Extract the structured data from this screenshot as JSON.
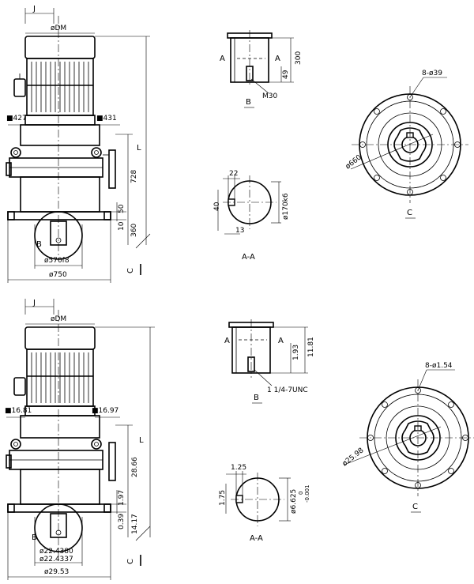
{
  "metric": {
    "motor": {
      "j": "J",
      "dm": "øDM",
      "w_left": "■427",
      "w_right": "■431",
      "len": "L",
      "h728": "728",
      "h50": "50",
      "h10": "10",
      "h360": "360",
      "shaft_fit": "ø570f8",
      "base": "ø750",
      "b": "B",
      "c": "C"
    },
    "shaft_b": {
      "a_left": "A",
      "a_right": "A",
      "h300": "300",
      "h49": "49",
      "thread": "M30",
      "b": "B"
    },
    "key_section": {
      "w22": "22",
      "h40": "40",
      "dia": "ø170k6",
      "w13": "13",
      "caption": "A-A"
    },
    "flange": {
      "holes": "8-ø39",
      "pcd": "ø660",
      "caption": "C"
    }
  },
  "imperial": {
    "motor": {
      "j": "J",
      "dm": "øDM",
      "w_left": "■16.81",
      "w_right": "■16.97",
      "len": "L",
      "h2866": "28.66",
      "h197": "1.97",
      "h039": "0.39",
      "h1417": "14.17",
      "shaft_fit1": "ø22.4380",
      "shaft_fit2": "ø22.4337",
      "base": "ø29.53",
      "b": "B",
      "c": "C"
    },
    "shaft_b": {
      "a_left": "A",
      "a_right": "A",
      "h193": "1.93",
      "h1181": "11.81",
      "thread": "1 1/4-7UNC",
      "b": "B"
    },
    "key_section": {
      "w125": "1.25",
      "h175": "1.75",
      "dia": "ø6.625",
      "tol_up": "0",
      "tol_dn": "-0.001",
      "caption": "A-A"
    },
    "flange": {
      "holes": "8-ø1.54",
      "pcd": "ø25.98",
      "caption": "C"
    }
  }
}
